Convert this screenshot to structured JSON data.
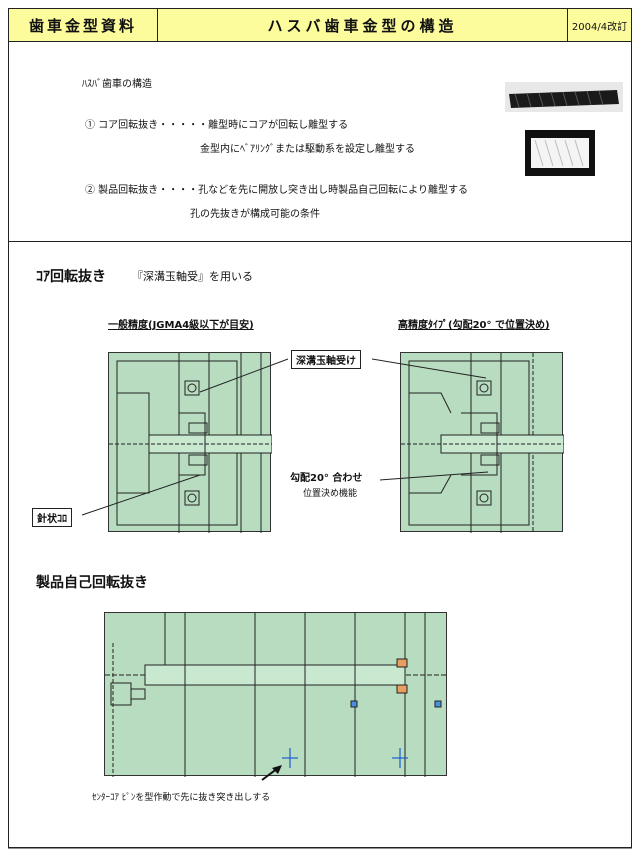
{
  "header": {
    "left": "歯車金型資料",
    "title": "ハスバ歯車金型の構造",
    "revision": "2004/4改訂"
  },
  "intro": {
    "heading": "ﾊｽﾊﾞ歯車の構造",
    "item1": "① コア回転抜き・・・・・離型時にコアが回転し離型する",
    "item1_sub": "金型内にﾍﾞｱﾘﾝｸﾞまたは駆動系を設定し離型する",
    "item2": "② 製品回転抜き・・・・孔などを先に開放し突き出し時製品自己回転により離型する",
    "item2_sub": "孔の先抜きが構成可能の条件"
  },
  "core_section": {
    "title": "ｺｱ回転抜き",
    "subtitle": "『深溝玉軸受』を用いる",
    "left_caption": "一般精度(JGMA4級以下が目安)",
    "right_caption": "高精度ﾀｲﾌﾟ(勾配20° で位置決め)",
    "label_bearing": "深溝玉軸受け",
    "label_taper": "勾配20° 合わせ",
    "label_position": "位置決め機能",
    "label_needle": "針状ｺﾛ"
  },
  "self_section": {
    "title": "製品自己回転抜き",
    "note": "ｾﾝﾀｰｺｱ ﾋﾟﾝを型作動で先に抜き突き出しする"
  },
  "colors": {
    "header_bg": "#fcfc9c",
    "drawing_bg": "#b7dcc0"
  }
}
